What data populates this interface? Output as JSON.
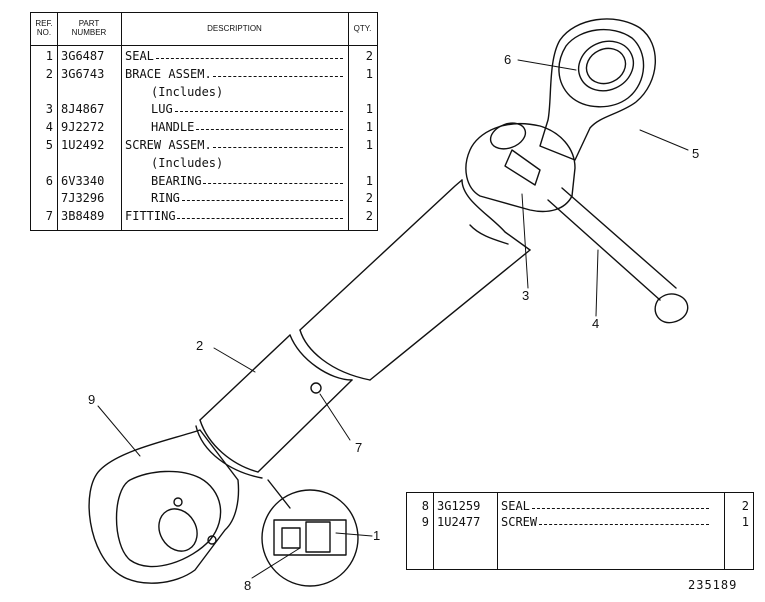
{
  "table_main": {
    "headers": {
      "ref": "REF.\nNO.",
      "part": "PART\nNUMBER",
      "desc": "DESCRIPTION",
      "qty": "QTY."
    },
    "rows": [
      {
        "ref": "1",
        "part": "3G6487",
        "desc": "SEAL",
        "qty": "2"
      },
      {
        "ref": "2",
        "part": "3G6743",
        "desc": "BRACE ASSEM.",
        "qty": "1"
      },
      {
        "ref": "",
        "part": "",
        "desc": "(Includes)",
        "qty": ""
      },
      {
        "ref": "3",
        "part": "8J4867",
        "desc": "LUG",
        "qty": "1"
      },
      {
        "ref": "4",
        "part": "9J2272",
        "desc": "HANDLE",
        "qty": "1"
      },
      {
        "ref": "5",
        "part": "1U2492",
        "desc": "SCREW ASSEM.",
        "qty": "1"
      },
      {
        "ref": "",
        "part": "",
        "desc": "(Includes)",
        "qty": ""
      },
      {
        "ref": "6",
        "part": "6V3340",
        "desc": "BEARING",
        "qty": "1"
      },
      {
        "ref": "",
        "part": "7J3296",
        "desc": "RING",
        "qty": "2"
      },
      {
        "ref": "7",
        "part": "3B8489",
        "desc": "FITTING",
        "qty": "2"
      }
    ]
  },
  "table_small": {
    "rows": [
      {
        "ref": "8",
        "part": "3G1259",
        "desc": "SEAL",
        "qty": "2"
      },
      {
        "ref": "9",
        "part": "1U2477",
        "desc": "SCREW",
        "qty": "1"
      }
    ]
  },
  "callouts": [
    "1",
    "2",
    "3",
    "4",
    "5",
    "6",
    "7",
    "8",
    "9"
  ],
  "figure_number": "235189"
}
